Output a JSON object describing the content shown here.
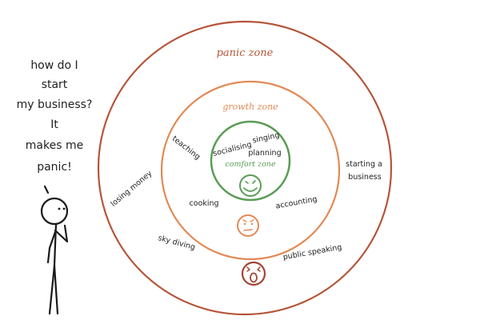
{
  "question": {
    "lines": [
      "how do I",
      "start",
      "my business?",
      "It",
      "makes me",
      "panic!"
    ]
  },
  "zones": {
    "panic": {
      "title": "panic zone",
      "color": "#b5553a"
    },
    "growth": {
      "title": "growth zone",
      "color": "#e28a55"
    },
    "comfort": {
      "title": "comfort zone",
      "color": "#5a9c55"
    }
  },
  "comfort_activities": {
    "singing": "singing",
    "socialising": "socialising",
    "planning": "planning"
  },
  "growth_activities": {
    "teaching": "teaching",
    "cooking": "cooking",
    "accounting": "accounting"
  },
  "panic_activities": {
    "losing_money": "losing money",
    "starting_business_line1": "starting a",
    "starting_business_line2": "business",
    "sky_diving": "sky diving",
    "public_speaking": "public speaking"
  },
  "faces": {
    "comfort": "happy-face-icon",
    "growth": "worried-face-icon",
    "panic": "screaming-face-icon"
  }
}
